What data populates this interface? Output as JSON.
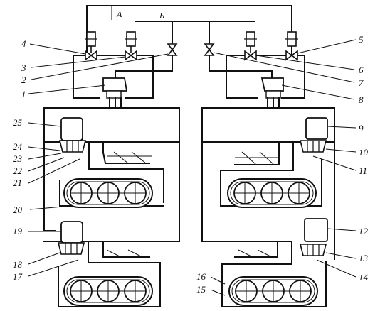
{
  "bus_labels": {
    "a": "A",
    "b": "Б"
  },
  "labels": [
    "1",
    "2",
    "3",
    "4",
    "5",
    "6",
    "7",
    "8",
    "9",
    "10",
    "11",
    "12",
    "13",
    "14",
    "15",
    "16",
    "17",
    "18",
    "19",
    "20",
    "21",
    "22",
    "23",
    "24",
    "25"
  ]
}
